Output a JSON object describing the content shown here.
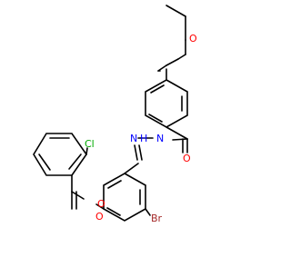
{
  "atom_labels": {
    "o_ether": "O",
    "o_amide": "O",
    "nh": "H",
    "n_hydrazone": "N",
    "n_amide": "N",
    "cl": "Cl",
    "o_ester_single": "O",
    "o_ester_carbonyl": "O",
    "br": "Br"
  },
  "colors": {
    "bond": "#000000",
    "oxygen": "#ff0000",
    "nitrogen": "#0000ff",
    "chlorine": "#00aa00",
    "bromine": "#a52a2a",
    "background": "#ffffff"
  }
}
